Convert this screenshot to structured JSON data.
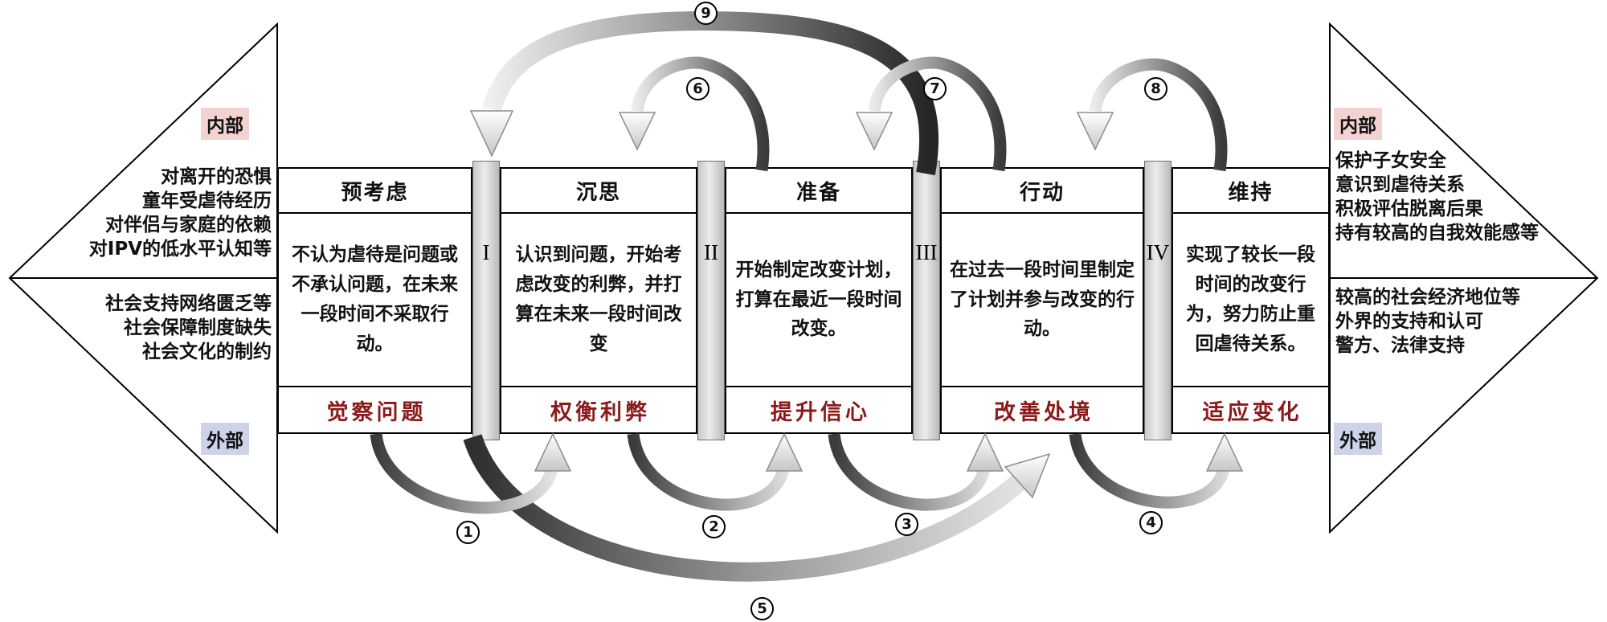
{
  "diagram": {
    "left_triangle": {
      "internal_label": "内部",
      "external_label": "外部",
      "internal_factors": [
        "对离开的恐惧",
        "童年受虐待经历",
        "对伴侣与家庭的依赖",
        "对IPV的低水平认知等"
      ],
      "external_factors": [
        "社会支持网络匮乏等",
        "社会保障制度缺失",
        "社会文化的制约"
      ]
    },
    "right_triangle": {
      "internal_label": "内部",
      "external_label": "外部",
      "internal_factors": [
        "保护子女安全",
        "意识到虐待关系",
        "积极评估脱离后果",
        "持有较高的自我效能感等"
      ],
      "external_factors": [
        "较高的社会经济地位等",
        "外界的支持和认可",
        "警方、法律支持"
      ]
    },
    "stages": [
      {
        "title": "预考虑",
        "description": "不认为虐待是问题或不承认问题，在未来一段时间不采取行动。",
        "strategy": "觉察问题"
      },
      {
        "title": "沉思",
        "description": "认识到问题，开始考虑改变的利弊，并打算在未来一段时间改变",
        "strategy": "权衡利弊"
      },
      {
        "title": "准备",
        "description": "开始制定改变计划，打算在最近一段时间改变。",
        "strategy": "提升信心"
      },
      {
        "title": "行动",
        "description": "在过去一段时间里制定了计划并参与改变的行动。",
        "strategy": "改善处境"
      },
      {
        "title": "维持",
        "description": "实现了较长一段时间的改变行为，努力防止重回虐待关系。",
        "strategy": "适应变化"
      }
    ],
    "dividers": [
      "I",
      "II",
      "III",
      "IV"
    ],
    "arrows": {
      "numbers": [
        "1",
        "2",
        "3",
        "4",
        "5",
        "6",
        "7",
        "8",
        "9"
      ]
    },
    "colors": {
      "internal_tag_bg": "#f3d2d2",
      "external_tag_bg": "#cdd3e9",
      "strategy_text": "#8b1a1a"
    }
  }
}
